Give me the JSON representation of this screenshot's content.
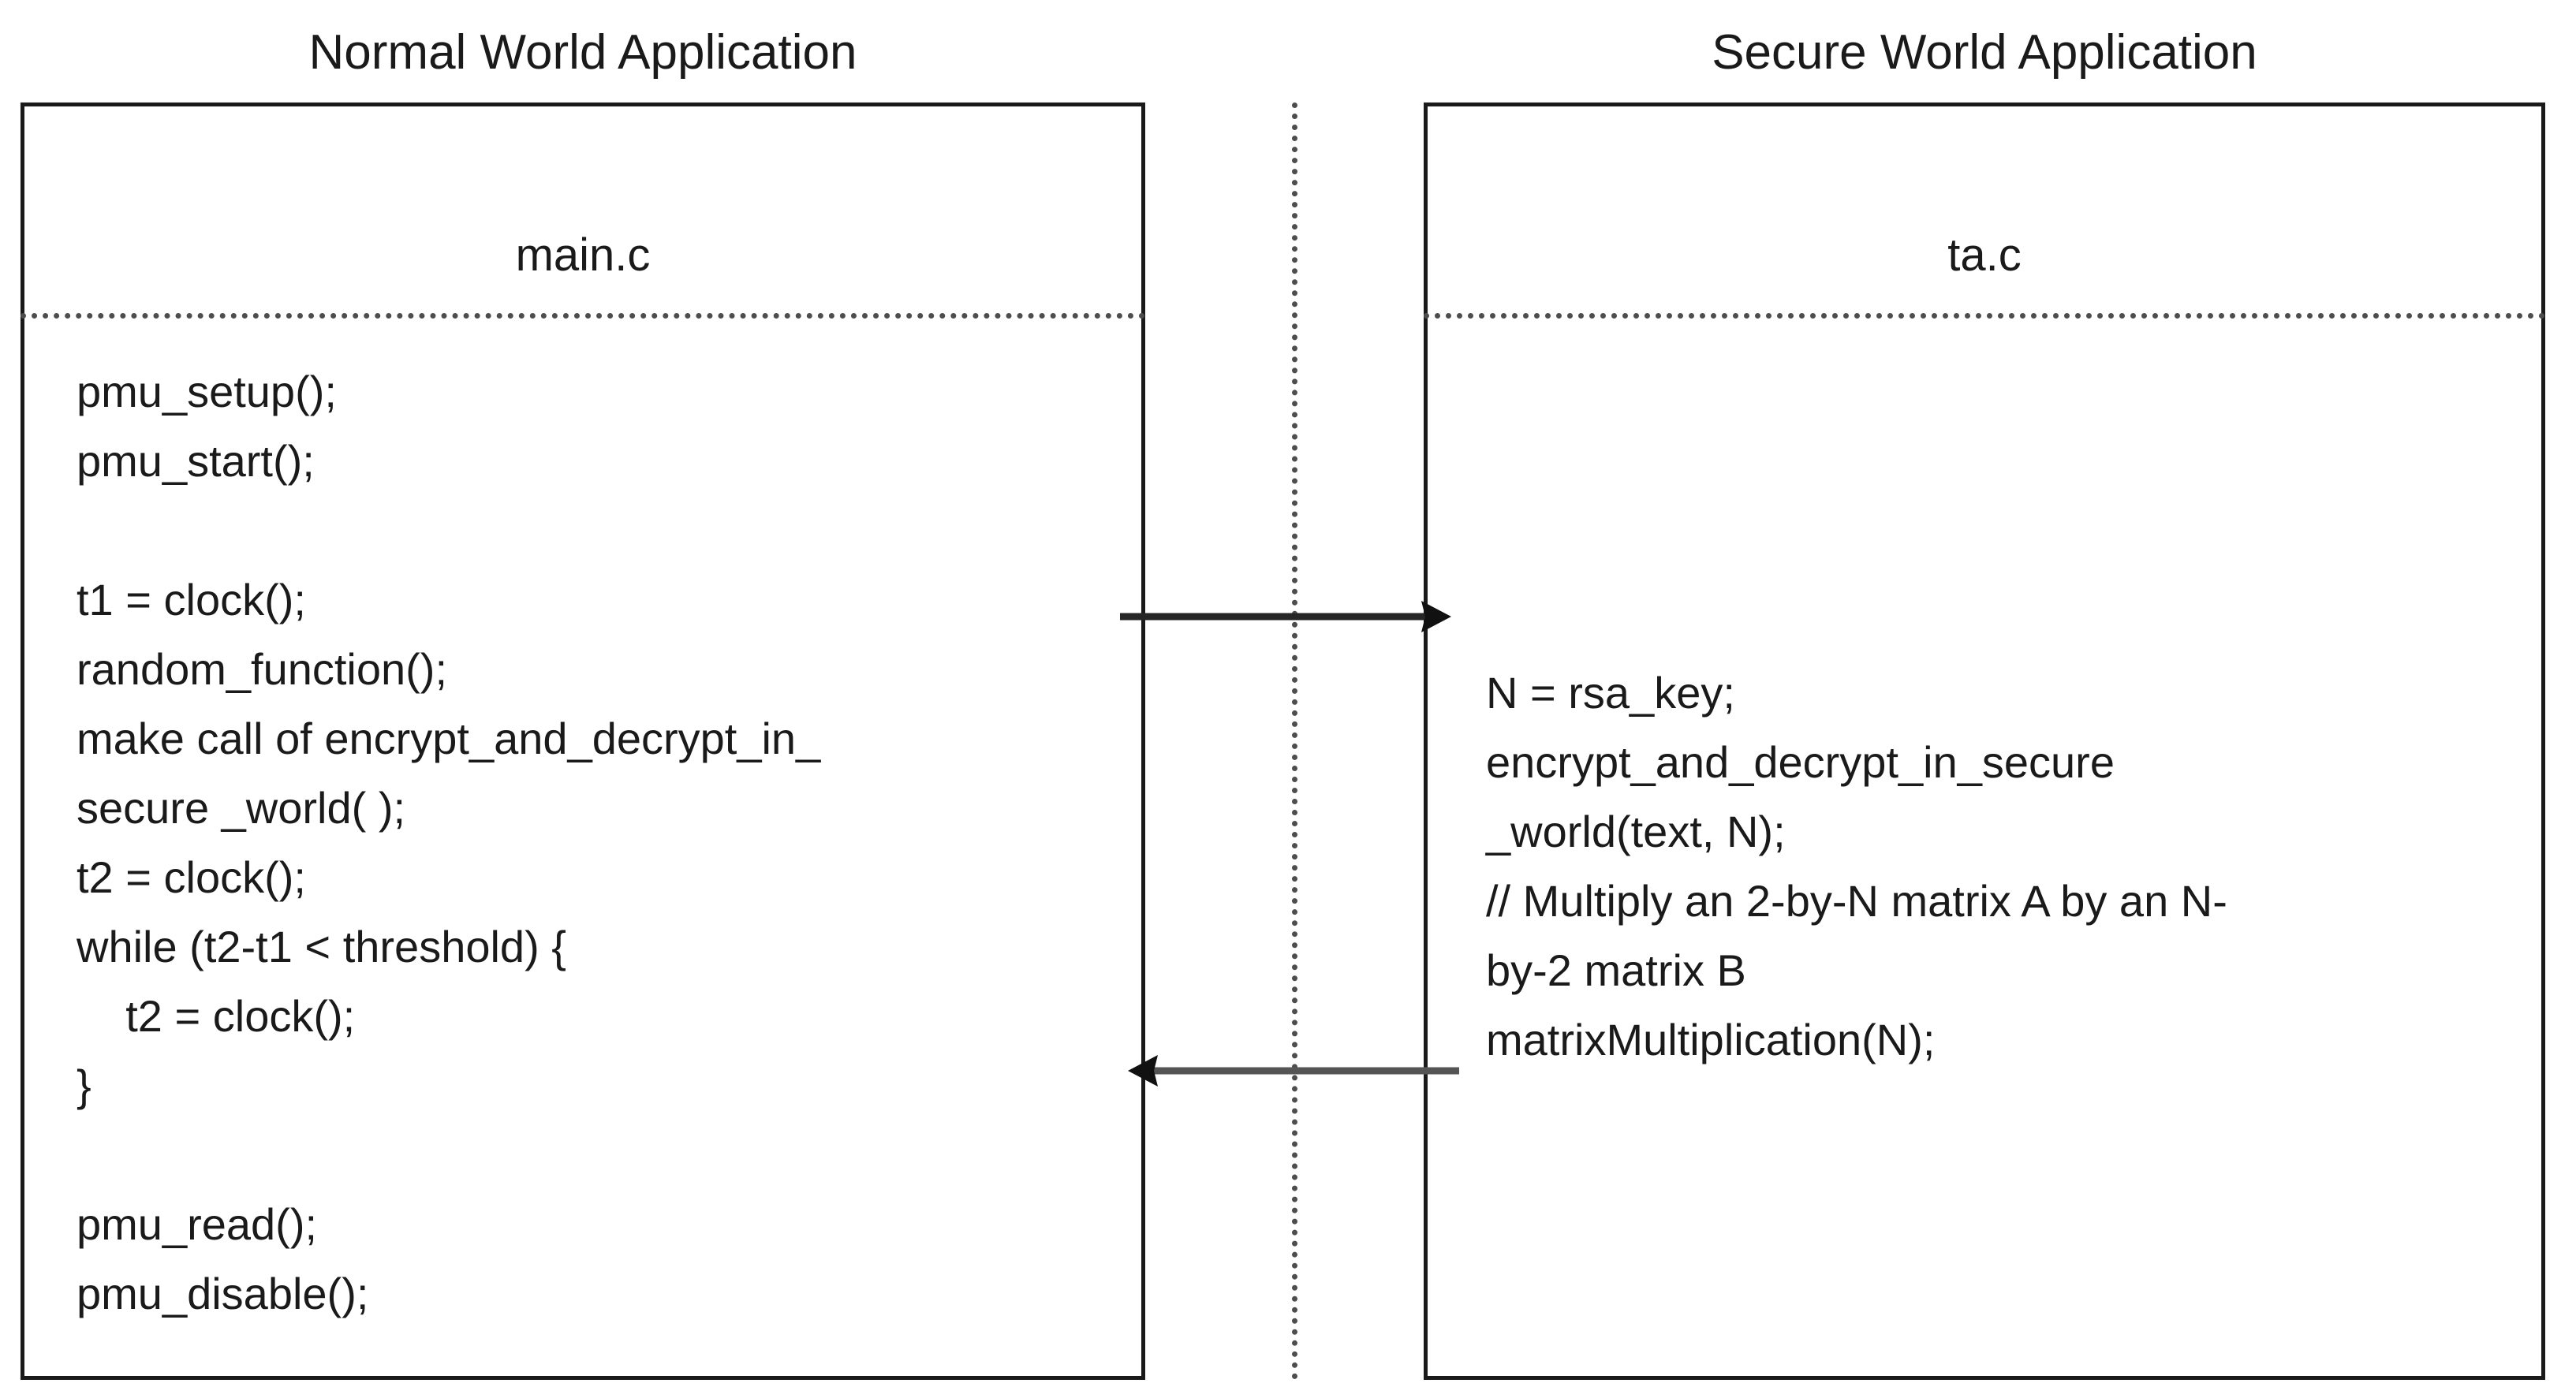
{
  "diagram": {
    "type": "two-panel-code-flow",
    "title_left": "Normal World Application",
    "title_right": "Secure World Application",
    "colors": {
      "box_border": "#1a1a1a",
      "dotted_divider": "#4d4d4d",
      "arrow": "#262626",
      "text": "#1a1a1a",
      "background": "#ffffff"
    }
  },
  "left_panel": {
    "heading": "Normal World Application",
    "file_label": "main.c",
    "code_lines": [
      "pmu_setup();",
      "pmu_start();",
      "",
      "t1 = clock();",
      "random_function();",
      "make call of encrypt_and_decrypt_in_",
      "secure _world( );",
      "t2 = clock();",
      "while (t2-t1 < threshold) {",
      "    t2 = clock();",
      "}",
      "",
      "pmu_read();",
      "pmu_disable();"
    ]
  },
  "right_panel": {
    "heading": "Secure World Application",
    "file_label": "ta.c",
    "code_lines": [
      "N = rsa_key;",
      "encrypt_and_decrypt_in_secure",
      "_world(text, N);",
      "// Multiply an 2-by-N matrix A by an N-",
      "by-2 matrix B",
      "matrixMultiplication(N);"
    ]
  },
  "arrows": [
    {
      "name": "call-into-secure-world",
      "direction": "right",
      "label": ""
    },
    {
      "name": "return-to-normal-world",
      "direction": "left",
      "label": ""
    }
  ]
}
